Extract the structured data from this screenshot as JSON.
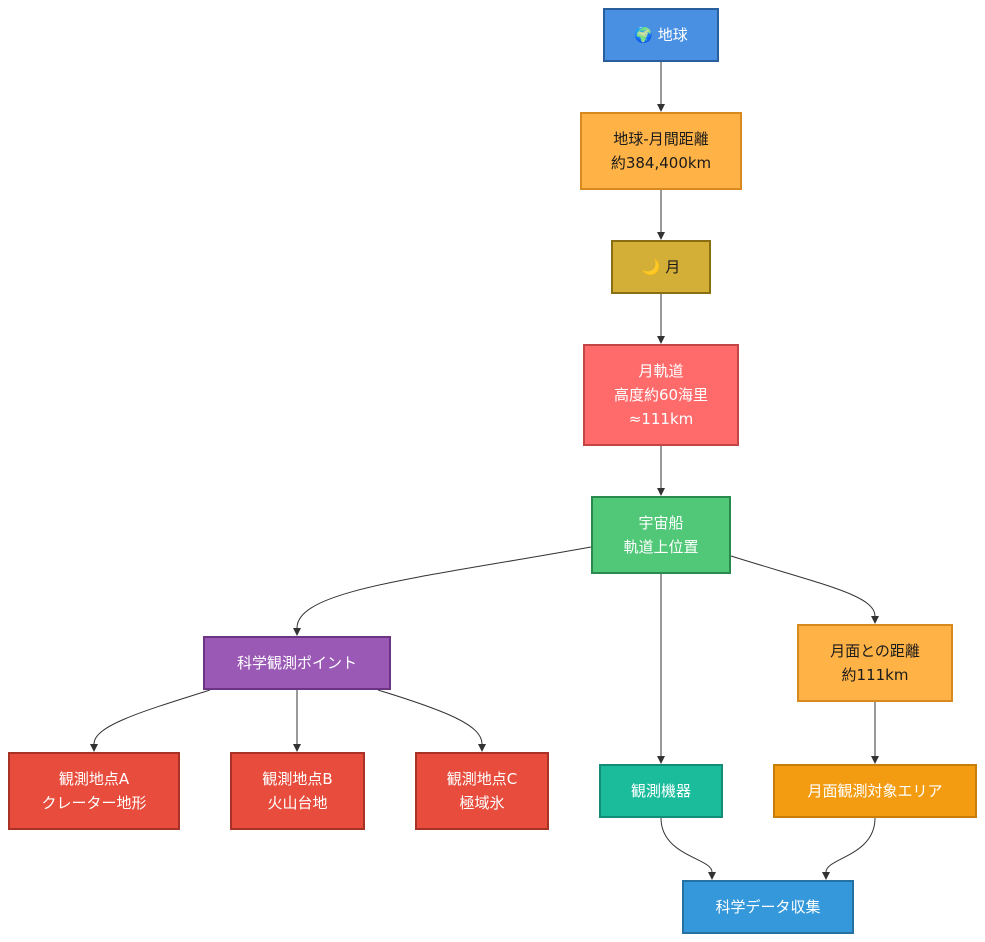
{
  "nodes": {
    "earth": {
      "lines": [
        "🌍 地球"
      ]
    },
    "distance": {
      "lines": [
        "地球-月間距離",
        "約384,400km"
      ]
    },
    "moon": {
      "lines": [
        "🌙 月"
      ]
    },
    "orbit": {
      "lines": [
        "月軌道",
        "高度約60海里",
        "≈111km"
      ]
    },
    "ship": {
      "lines": [
        "宇宙船",
        "軌道上位置"
      ]
    },
    "points": {
      "lines": [
        "科学観測ポイント"
      ]
    },
    "surface": {
      "lines": [
        "月面との距離",
        "約111km"
      ]
    },
    "site_a": {
      "lines": [
        "観測地点A",
        "クレーター地形"
      ]
    },
    "site_b": {
      "lines": [
        "観測地点B",
        "火山台地"
      ]
    },
    "site_c": {
      "lines": [
        "観測地点C",
        "極域氷"
      ]
    },
    "instruments": {
      "lines": [
        "観測機器"
      ]
    },
    "target_area": {
      "lines": [
        "月面観測対象エリア"
      ]
    },
    "collection": {
      "lines": [
        "科学データ収集"
      ]
    }
  },
  "edges": [
    [
      "earth",
      "distance"
    ],
    [
      "distance",
      "moon"
    ],
    [
      "moon",
      "orbit"
    ],
    [
      "orbit",
      "ship"
    ],
    [
      "ship",
      "points"
    ],
    [
      "ship",
      "instruments"
    ],
    [
      "ship",
      "surface"
    ],
    [
      "points",
      "site_a"
    ],
    [
      "points",
      "site_b"
    ],
    [
      "points",
      "site_c"
    ],
    [
      "surface",
      "target_area"
    ],
    [
      "instruments",
      "collection"
    ],
    [
      "target_area",
      "collection"
    ]
  ],
  "colors": {
    "edge": "#333333",
    "earth": "#4a90e2",
    "distance": "#ffb347",
    "moon": "#d4af37",
    "orbit": "#ff6b6b",
    "ship": "#50c878",
    "points": "#9b59b6",
    "sites": "#e74c3c",
    "instruments": "#1abc9c",
    "target_area": "#f39c12",
    "collection": "#3498db"
  }
}
